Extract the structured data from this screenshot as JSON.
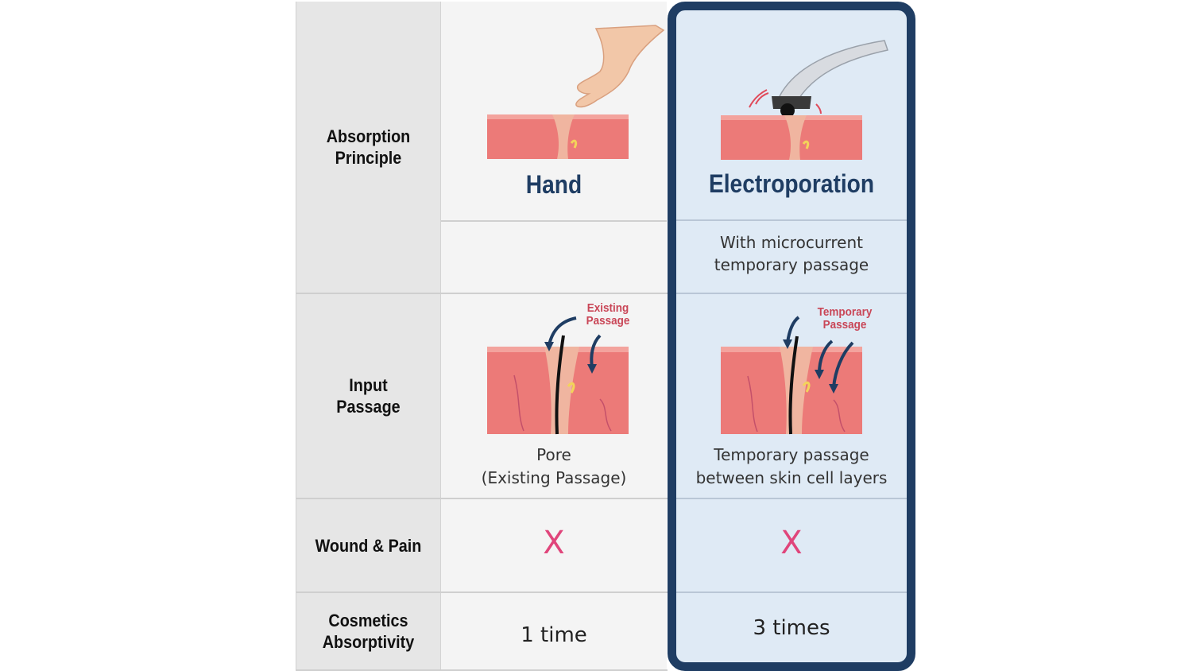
{
  "row_labels": {
    "absorption_principle": "Absorption\nPrinciple",
    "input_passage": "Input\nPassage",
    "wound_pain": "Wound & Pain",
    "cosmetics_absorptivity": "Cosmetics\nAbsorptivity"
  },
  "hand": {
    "heading": "Hand",
    "passage_callout": "Existing\nPassage",
    "passage_caption": "Pore\n(Existing Passage)",
    "wound_pain": "X",
    "absorptivity": "1 time"
  },
  "electroporation": {
    "heading": "Electroporation",
    "description": "With microcurrent\ntemporary passage",
    "passage_callout": "Temporary\nPassage",
    "passage_caption": "Temporary passage\nbetween skin cell layers",
    "wound_pain": "X",
    "absorptivity": "3 times"
  },
  "colors": {
    "highlight_border": "#1f3d63",
    "highlight_fill": "#dfeaf5",
    "heading_text": "#1f3d63",
    "x_mark": "#e0457b",
    "callout": "#c94657",
    "skin": "#ec7a78"
  },
  "icons": [
    "hand-illustration",
    "electroporation-device-illustration",
    "skin-cross-section-illustration",
    "arrow-icon"
  ]
}
